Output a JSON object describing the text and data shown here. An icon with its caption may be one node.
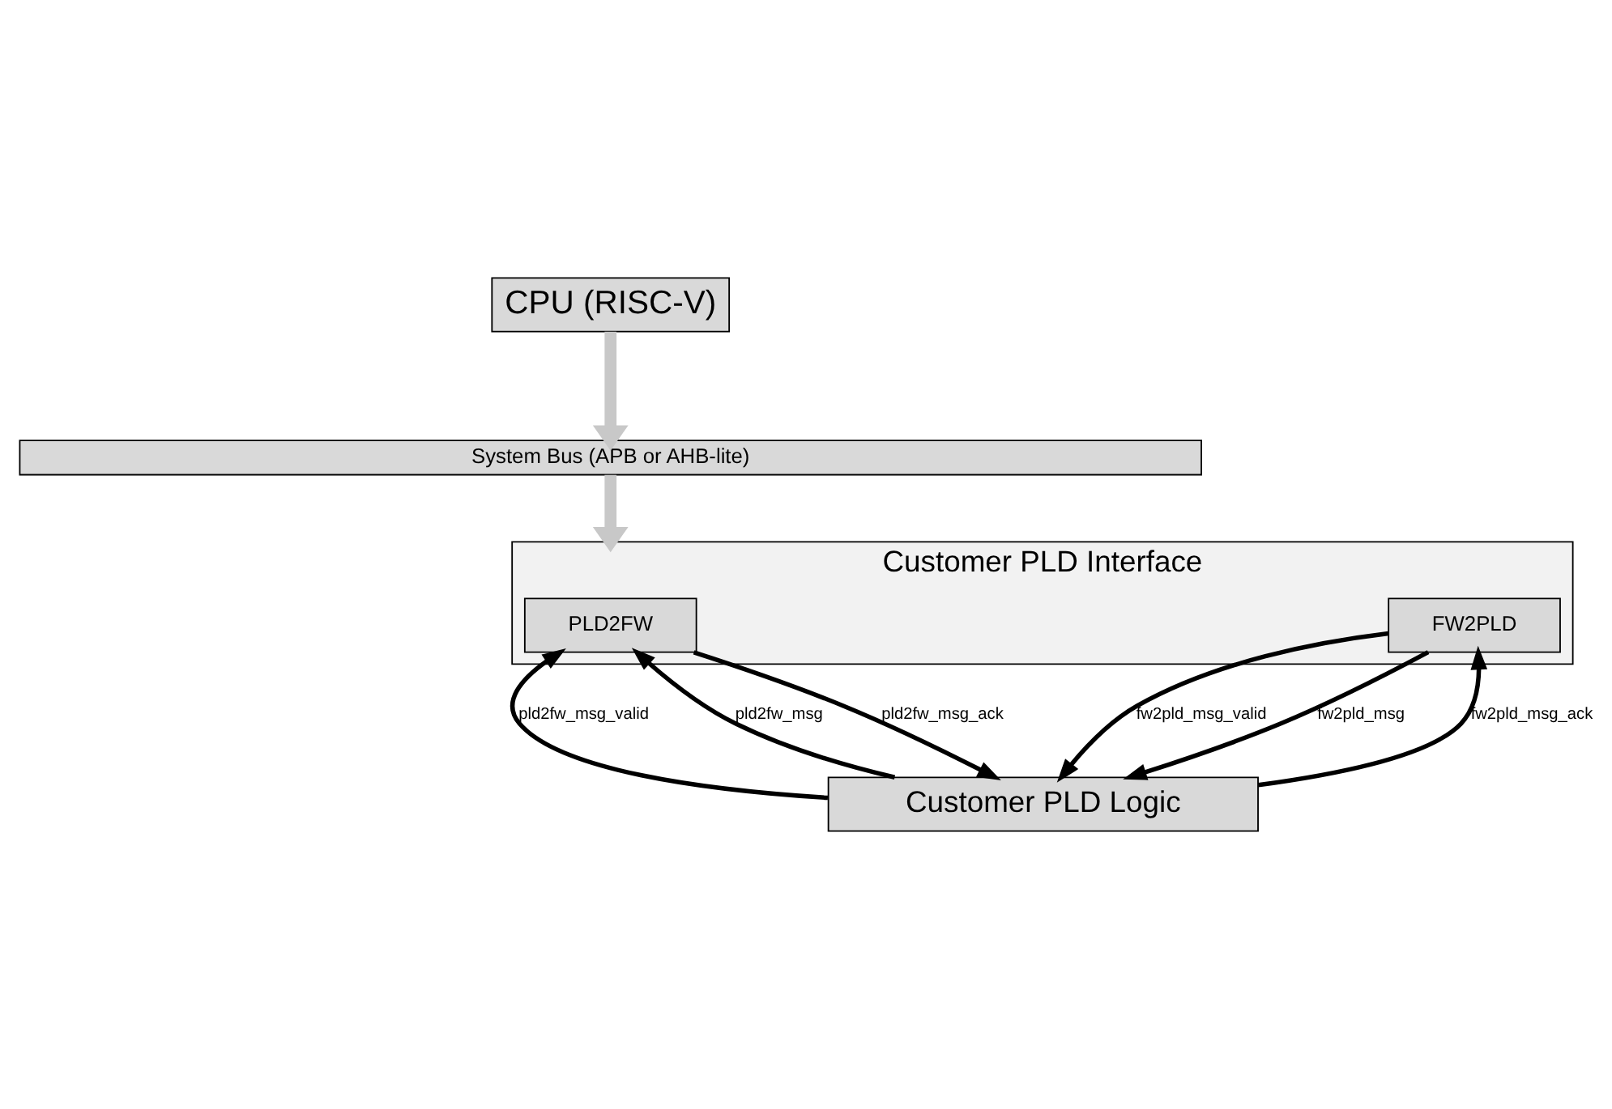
{
  "diagram": {
    "nodes": [
      {
        "text": [
          "CPU (RISC-V)"
        ]
      },
      {
        "text": [
          "System Bus (APB or AHB-lite)"
        ]
      },
      {
        "text": [
          "Customer PLD Interface"
        ]
      },
      {
        "text": [
          "PLD2FW"
        ],
        "in": 2
      },
      {
        "text": [
          "FW2PLD"
        ],
        "in": 2
      },
      {
        "text": [
          "Customer PLD Logic"
        ]
      }
    ],
    "edges": [
      {
        "from": 0,
        "to": 1,
        "arrow": "to",
        "style": "thick",
        "color": "#c8c8c8"
      },
      {
        "from": 1,
        "to": 2,
        "arrow": "to",
        "style": "thick",
        "color": "#c8c8c8"
      },
      {
        "from": 3,
        "to": 5,
        "arrow": "to",
        "label": "pld2fw_msg_ack"
      },
      {
        "from": 5,
        "to": 3,
        "arrow": "to",
        "label": "pld2fw_msg_valid"
      },
      {
        "from": 5,
        "to": 3,
        "arrow": "to",
        "label": "pld2fw_msg"
      },
      {
        "from": 5,
        "to": 4,
        "arrow": "to",
        "label": "fw2pld_msg_ack"
      },
      {
        "from": 4,
        "to": 5,
        "arrow": "to",
        "label": "fw2pld_msg_valid"
      },
      {
        "from": 4,
        "to": 5,
        "arrow": "to",
        "label": "fw2pld_msg"
      }
    ]
  }
}
